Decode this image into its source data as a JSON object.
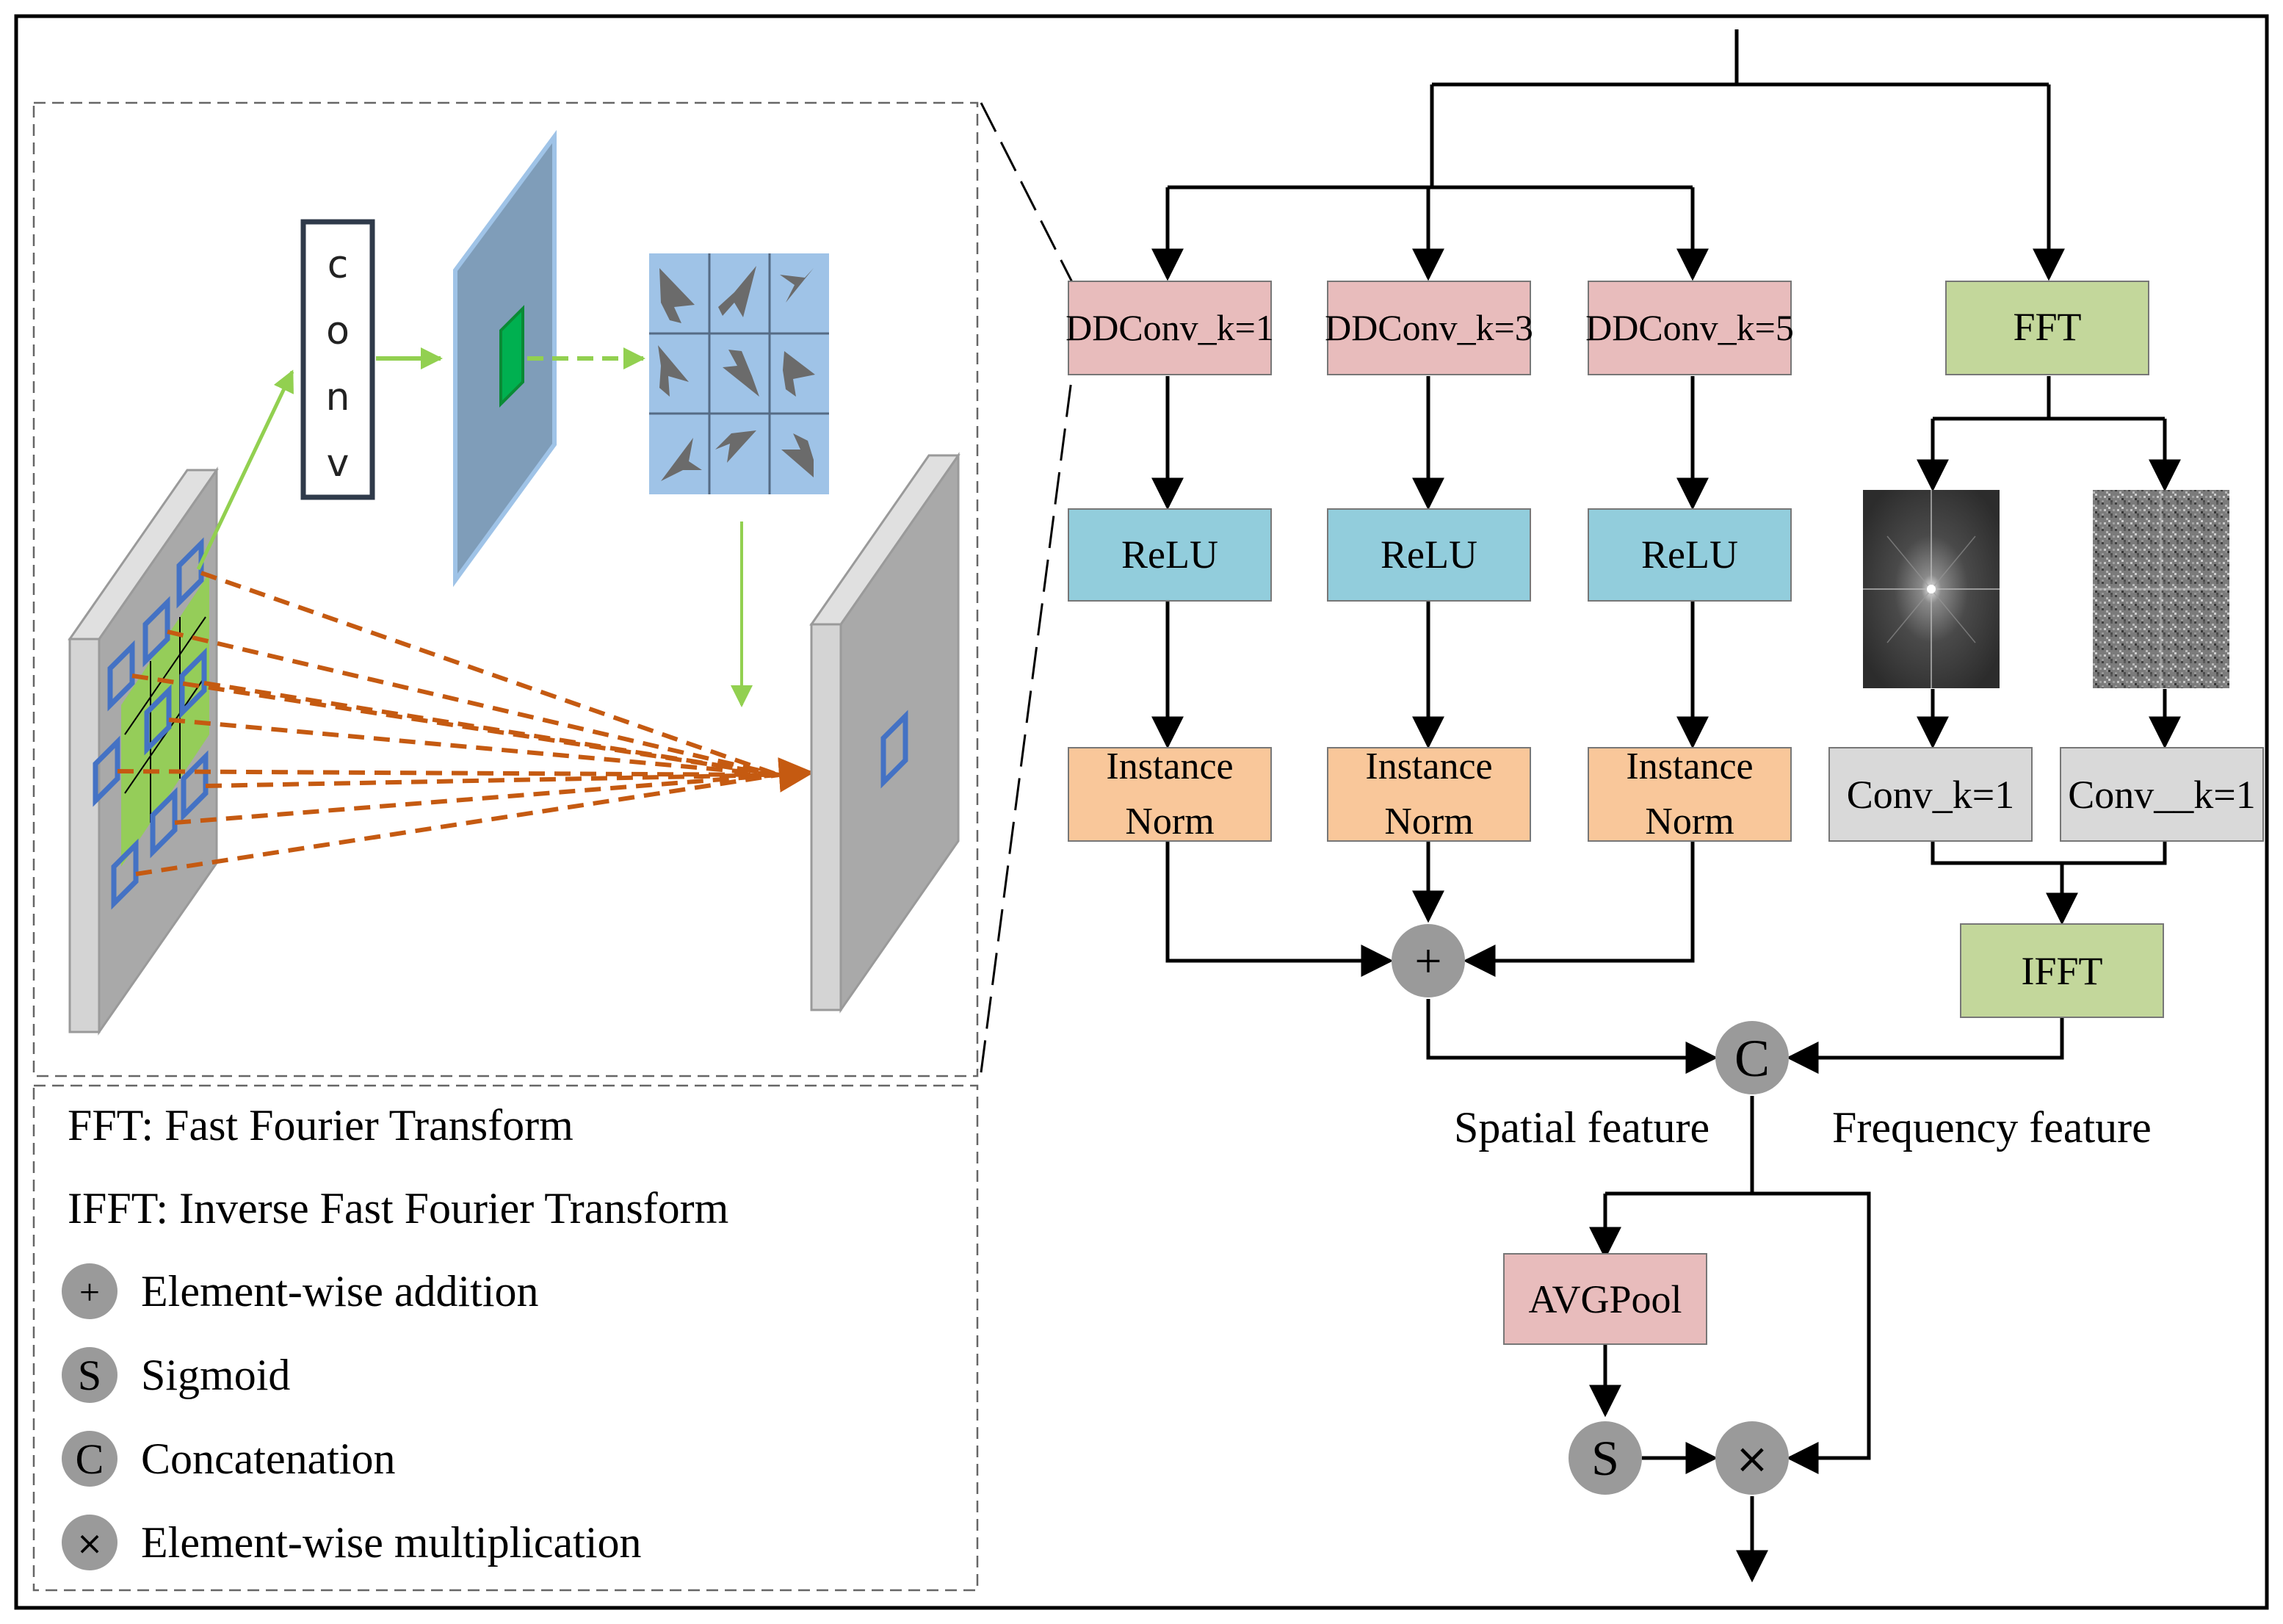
{
  "conv_box": {
    "letters": [
      "c",
      "o",
      "n",
      "v"
    ]
  },
  "branches": [
    {
      "conv": "DDConv_k=1",
      "act": "ReLU",
      "norm_line1": "Instance",
      "norm_line2": "Norm"
    },
    {
      "conv": "DDConv_k=3",
      "act": "ReLU",
      "norm_line1": "Instance",
      "norm_line2": "Norm"
    },
    {
      "conv": "DDConv_k=5",
      "act": "ReLU",
      "norm_line1": "Instance",
      "norm_line2": "Norm"
    }
  ],
  "freq": {
    "fft": "FFT",
    "conv_left": "Conv_k=1",
    "conv_right": "Conv__k=1",
    "ifft": "IFFT"
  },
  "ops": {
    "add": "+",
    "concat": "C",
    "sigmoid": "S",
    "multiply": "×"
  },
  "labels": {
    "spatial": "Spatial feature",
    "frequency": "Frequency feature",
    "avgpool": "AVGPool"
  },
  "legend": {
    "fft": "FFT: Fast Fourier Transform",
    "ifft": "IFFT: Inverse Fast Fourier Transform",
    "items": [
      {
        "symbol": "+",
        "text": "Element-wise addition"
      },
      {
        "symbol": "S",
        "text": "Sigmoid"
      },
      {
        "symbol": "C",
        "text": "Concatenation"
      },
      {
        "symbol": "×",
        "text": "Element-wise multiplication"
      }
    ]
  },
  "colors": {
    "conv_fill": "#e8bcbc",
    "relu_fill": "#92cddc",
    "norm_fill": "#f9c79a",
    "fft_fill": "#c3d79b",
    "conv1_fill": "#d9d9d9",
    "circle_fill": "#9a9a9a",
    "plate_fill": "#a9a9a9",
    "feature_map_fill": "#7f9db9",
    "grid_fill": "#9fc3e7",
    "dash_orange": "#c55a11",
    "green_arrow": "#92d050",
    "blue_sample": "#4472c4"
  }
}
